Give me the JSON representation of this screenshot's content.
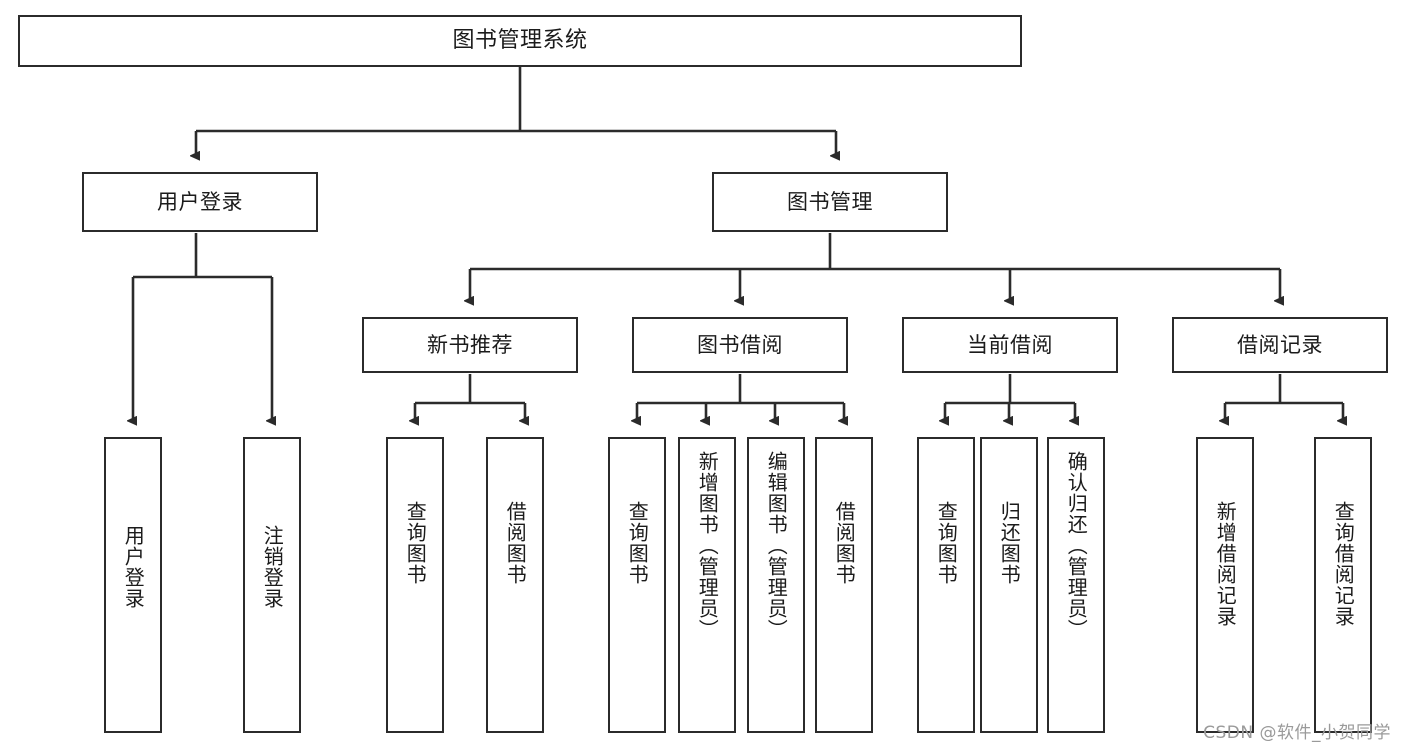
{
  "diagram": {
    "title": "图书管理系统",
    "type": "tree-hierarchy",
    "watermark": "CSDN @软件_小贺同学",
    "root": {
      "label": "图书管理系统"
    },
    "level2": [
      {
        "label": "用户登录"
      },
      {
        "label": "图书管理"
      }
    ],
    "level3": [
      {
        "label": "新书推荐"
      },
      {
        "label": "图书借阅"
      },
      {
        "label": "当前借阅"
      },
      {
        "label": "借阅记录"
      }
    ],
    "leaves": {
      "user_login": [
        {
          "label": "用户登录"
        },
        {
          "label": "注销登录"
        }
      ],
      "new_book_recommend": [
        {
          "label": "查询图书"
        },
        {
          "label": "借阅图书"
        }
      ],
      "book_borrow": [
        {
          "label": "查询图书"
        },
        {
          "label": "新增图书（管理员）"
        },
        {
          "label": "编辑图书（管理员）"
        },
        {
          "label": "借阅图书"
        }
      ],
      "current_borrow": [
        {
          "label": "查询图书"
        },
        {
          "label": "归还图书"
        },
        {
          "label": "确认归还（管理员）"
        }
      ],
      "borrow_record": [
        {
          "label": "新增借阅记录"
        },
        {
          "label": "查询借阅记录"
        }
      ]
    },
    "colors": {
      "border": "#2b2b2b",
      "text": "#1b1b1b",
      "background": "#ffffff",
      "watermark": "#9a9a9a"
    }
  }
}
